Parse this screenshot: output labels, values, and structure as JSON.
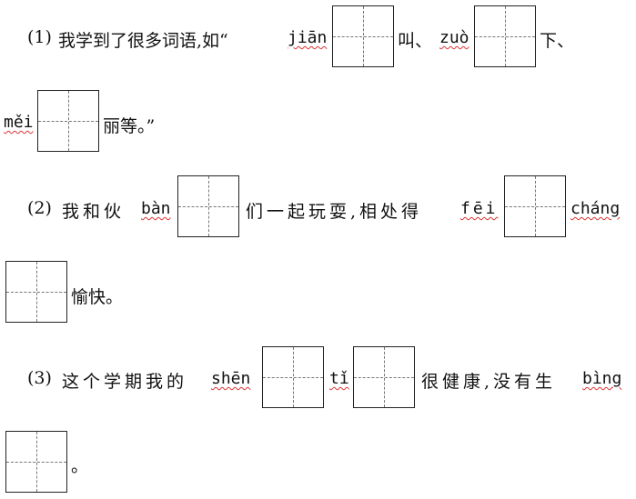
{
  "q1": {
    "number": "(1)",
    "lead": "我学到了很多词语,如“",
    "pinyin1": "jiān",
    "after1": "叫、",
    "pinyin2": "zuò",
    "after2": "下、",
    "pinyin3": "měi",
    "after3": "丽等。”"
  },
  "q2": {
    "number": "(2)",
    "lead": "我和伙",
    "pinyin1": "bàn",
    "after1": "们一起玩耍,相处得",
    "pinyin2": "fēi",
    "pinyin3": "cháng",
    "after3": "愉快。"
  },
  "q3": {
    "number": "(3)",
    "lead": "这个学期我的",
    "pinyin1": "shēn",
    "pinyin2": "tǐ",
    "after2": "很健康,没有生",
    "pinyin3": "bìng",
    "after3": "。"
  }
}
